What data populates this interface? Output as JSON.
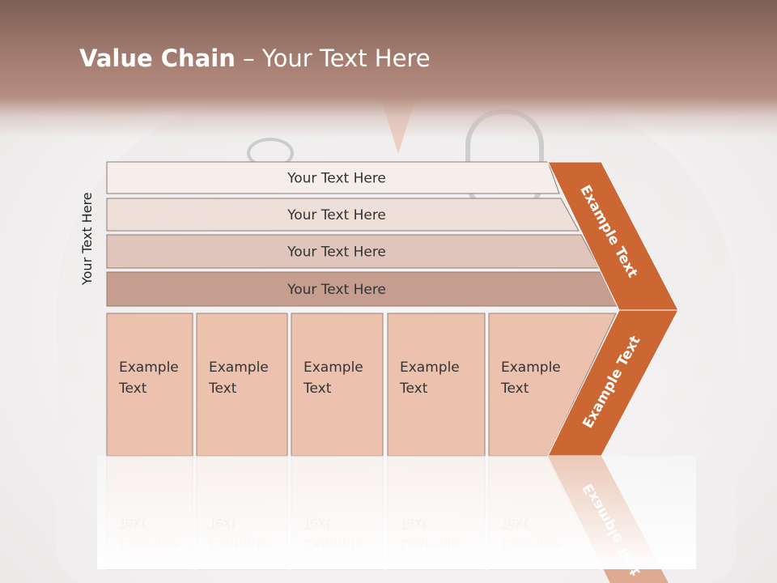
{
  "slide": {
    "title_bold": "Value Chain",
    "title_rest": " – Your Text Here",
    "side_label": "Your Text Here"
  },
  "bars": [
    {
      "label": "Your Text Here",
      "color": "#f6eeeb"
    },
    {
      "label": "Your Text Here",
      "color": "#eedfd9"
    },
    {
      "label": "Your Text Here",
      "color": "#dfc5bb"
    },
    {
      "label": "Your Text Here",
      "color": "#c69e90"
    }
  ],
  "boxes": [
    {
      "line1": "Example",
      "line2": "Text"
    },
    {
      "line1": "Example",
      "line2": "Text"
    },
    {
      "line1": "Example",
      "line2": "Text"
    },
    {
      "line1": "Example",
      "line2": "Text"
    },
    {
      "line1": "Example",
      "line2": "Text"
    }
  ],
  "chevron": {
    "upper_label": "Example Text",
    "lower_label": "Example Text",
    "color": "#cc6633"
  },
  "colors": {
    "box_fill": "#ecc2ae",
    "header": "#9a7466"
  }
}
